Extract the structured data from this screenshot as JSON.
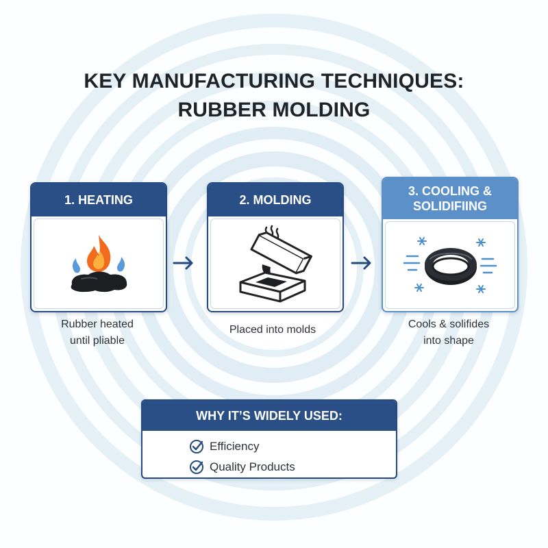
{
  "title": {
    "line1": "KEY MANUFACTURING TECHNIQUES:",
    "line2": "RUBBER MOLDING"
  },
  "steps": [
    {
      "label": "1. HEATING",
      "icon": "flame-rubber-icon",
      "caption_line1": "Rubber heated",
      "caption_line2": "until pliable"
    },
    {
      "label": "2. MOLDING",
      "icon": "mold-pour-icon",
      "caption_line1": "Placed into molds",
      "caption_line2": ""
    },
    {
      "label_line1": "3. COOLING &",
      "label_line2": "SOLIDIFIING",
      "icon": "cooling-ring-icon",
      "caption_line1": "Cools & solifides",
      "caption_line2": "into shape"
    }
  ],
  "why": {
    "heading": "WHY IT’S WIDELY USED:",
    "items": [
      "Efficiency",
      "Quality Products"
    ]
  },
  "colors": {
    "header_dark": "#2a4f86",
    "header_light": "#5b90c8",
    "flame": "#f26a1b",
    "flame_blue": "#5a9ad8",
    "snow": "#4a8fd0",
    "ring_bg": "#cfe2ef"
  }
}
